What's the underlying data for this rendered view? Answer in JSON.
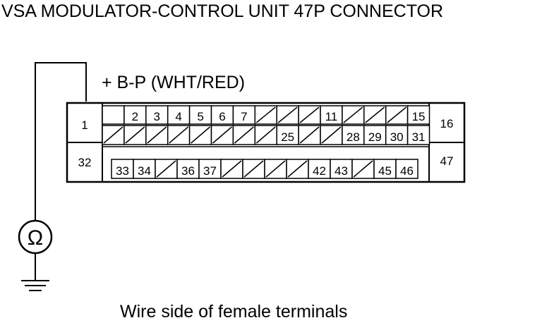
{
  "title": "VSA MODULATOR-CONTROL UNIT 47P CONNECTOR",
  "wire_label": "+ B-P (WHT/RED)",
  "caption": "Wire side of female terminals",
  "meter_symbol": "Ω",
  "meter_icon": "ohmmeter-icon",
  "ground_icon": "ground-icon",
  "connector": {
    "outer_left": [
      {
        "num": "1",
        "row": "top"
      },
      {
        "num": "32",
        "row": "bottom"
      }
    ],
    "outer_right": [
      {
        "num": "16",
        "row": "top"
      },
      {
        "num": "47",
        "row": "bottom"
      }
    ],
    "row1": [
      "",
      "2",
      "3",
      "4",
      "5",
      "6",
      "7",
      "/",
      "/",
      "/",
      "11",
      "/",
      "/",
      "/",
      "15"
    ],
    "row2": [
      "/",
      "/",
      "/",
      "/",
      "/",
      "/",
      "/",
      "/",
      "25",
      "/",
      "/",
      "28",
      "29",
      "30",
      "31"
    ],
    "row3": [
      "33",
      "34",
      "/",
      "36",
      "37",
      "/",
      "/",
      "/",
      "/",
      "42",
      "43",
      "/",
      "45",
      "46"
    ]
  }
}
